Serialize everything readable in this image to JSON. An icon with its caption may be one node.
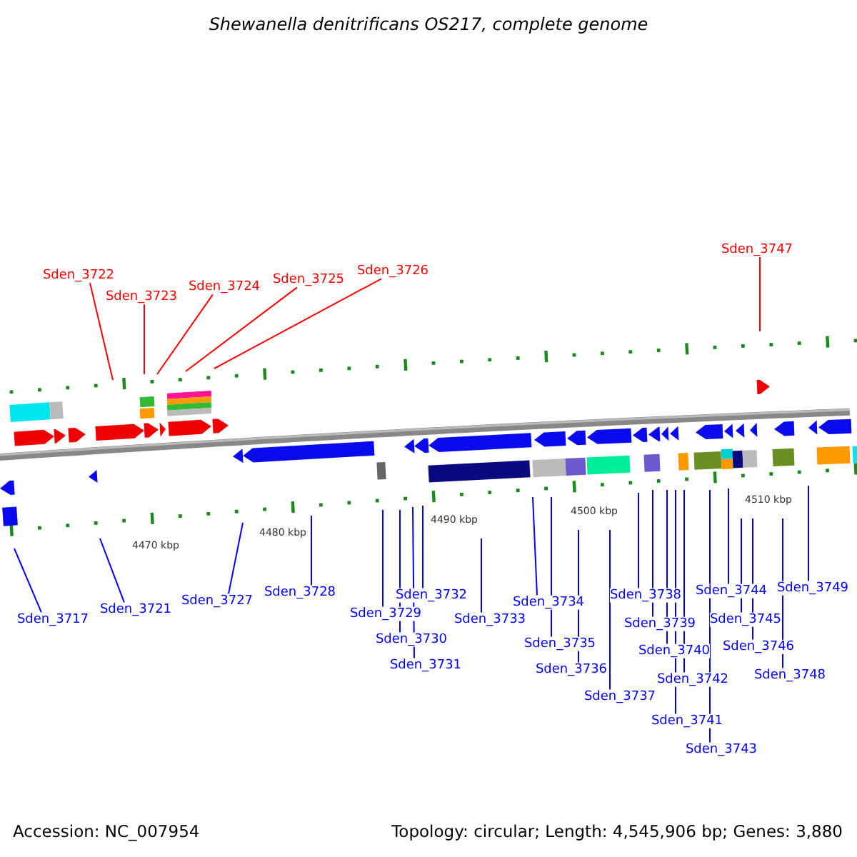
{
  "diagram": {
    "title": "Shewanella denitrificans OS217, complete genome",
    "nodes": [
      {
        "text": [
          "Sden_3722"
        ]
      },
      {
        "text": [
          "Sden_3723"
        ]
      },
      {
        "text": [
          "Sden_3724"
        ]
      },
      {
        "text": [
          "Sden_3725"
        ]
      },
      {
        "text": [
          "Sden_3726"
        ]
      },
      {
        "text": [
          "Sden_3747"
        ]
      },
      {
        "text": [
          "Sden_3717"
        ]
      },
      {
        "text": [
          "Sden_3721"
        ]
      },
      {
        "text": [
          "Sden_3727"
        ]
      },
      {
        "text": [
          "Sden_3728"
        ]
      },
      {
        "text": [
          "Sden_3729"
        ]
      },
      {
        "text": [
          "Sden_3730"
        ]
      },
      {
        "text": [
          "Sden_3731"
        ]
      },
      {
        "text": [
          "Sden_3732"
        ]
      },
      {
        "text": [
          "Sden_3733"
        ]
      },
      {
        "text": [
          "Sden_3734"
        ]
      },
      {
        "text": [
          "Sden_3735"
        ]
      },
      {
        "text": [
          "Sden_3736"
        ]
      },
      {
        "text": [
          "Sden_3737"
        ]
      },
      {
        "text": [
          "Sden_3738"
        ]
      },
      {
        "text": [
          "Sden_3739"
        ]
      },
      {
        "text": [
          "Sden_3740"
        ]
      },
      {
        "text": [
          "Sden_3741"
        ]
      },
      {
        "text": [
          "Sden_3742"
        ]
      },
      {
        "text": [
          "Sden_3743"
        ]
      },
      {
        "text": [
          "Sden_3744"
        ]
      },
      {
        "text": [
          "Sden_3745"
        ]
      },
      {
        "text": [
          "Sden_3746"
        ]
      },
      {
        "text": [
          "Sden_3748"
        ]
      },
      {
        "text": [
          "Sden_3749"
        ]
      }
    ],
    "edges": [
      {
        "from": 0,
        "to": null,
        "arrow": "none",
        "color": "#ff0000"
      },
      {
        "from": 1,
        "to": null,
        "arrow": "none",
        "color": "#ff0000"
      },
      {
        "from": 2,
        "to": null,
        "arrow": "none",
        "color": "#ff0000"
      },
      {
        "from": 3,
        "to": null,
        "arrow": "none",
        "color": "#ff0000"
      },
      {
        "from": 4,
        "to": null,
        "arrow": "none",
        "color": "#ff0000"
      },
      {
        "from": 5,
        "to": null,
        "arrow": "none",
        "color": "#ff0000"
      },
      {
        "from": 6,
        "to": null,
        "arrow": "none"
      },
      {
        "from": 7,
        "to": null,
        "arrow": "none"
      },
      {
        "from": 8,
        "to": null,
        "arrow": "none"
      },
      {
        "from": 9,
        "to": null,
        "arrow": "none"
      },
      {
        "from": 10,
        "to": null,
        "arrow": "none"
      },
      {
        "from": 11,
        "to": null,
        "arrow": "none"
      },
      {
        "from": 12,
        "to": null,
        "arrow": "none"
      },
      {
        "from": 13,
        "to": null,
        "arrow": "none"
      },
      {
        "from": 14,
        "to": null,
        "arrow": "none"
      },
      {
        "from": 15,
        "to": null,
        "arrow": "none"
      },
      {
        "from": 16,
        "to": null,
        "arrow": "none"
      },
      {
        "from": 17,
        "to": null,
        "arrow": "none"
      },
      {
        "from": 18,
        "to": null,
        "arrow": "none"
      },
      {
        "from": 19,
        "to": null,
        "arrow": "none"
      },
      {
        "from": 20,
        "to": null,
        "arrow": "none"
      },
      {
        "from": 21,
        "to": null,
        "arrow": "none"
      },
      {
        "from": 22,
        "to": null,
        "arrow": "none"
      },
      {
        "from": 23,
        "to": null,
        "arrow": "none"
      },
      {
        "from": 24,
        "to": null,
        "arrow": "none"
      },
      {
        "from": 25,
        "to": null,
        "arrow": "none"
      },
      {
        "from": 26,
        "to": null,
        "arrow": "none"
      },
      {
        "from": 27,
        "to": null,
        "arrow": "none"
      },
      {
        "from": 28,
        "to": null,
        "arrow": "none"
      },
      {
        "from": 29,
        "to": null,
        "arrow": "none"
      }
    ],
    "labels": [
      "4470 kbp",
      "4480 kbp",
      "4490 kbp",
      "4500 kbp",
      "4510 kbp",
      "Accession: NC_007954",
      "Topology: circular; Length: 4,545,906 bp; Genes: 3,880"
    ]
  }
}
